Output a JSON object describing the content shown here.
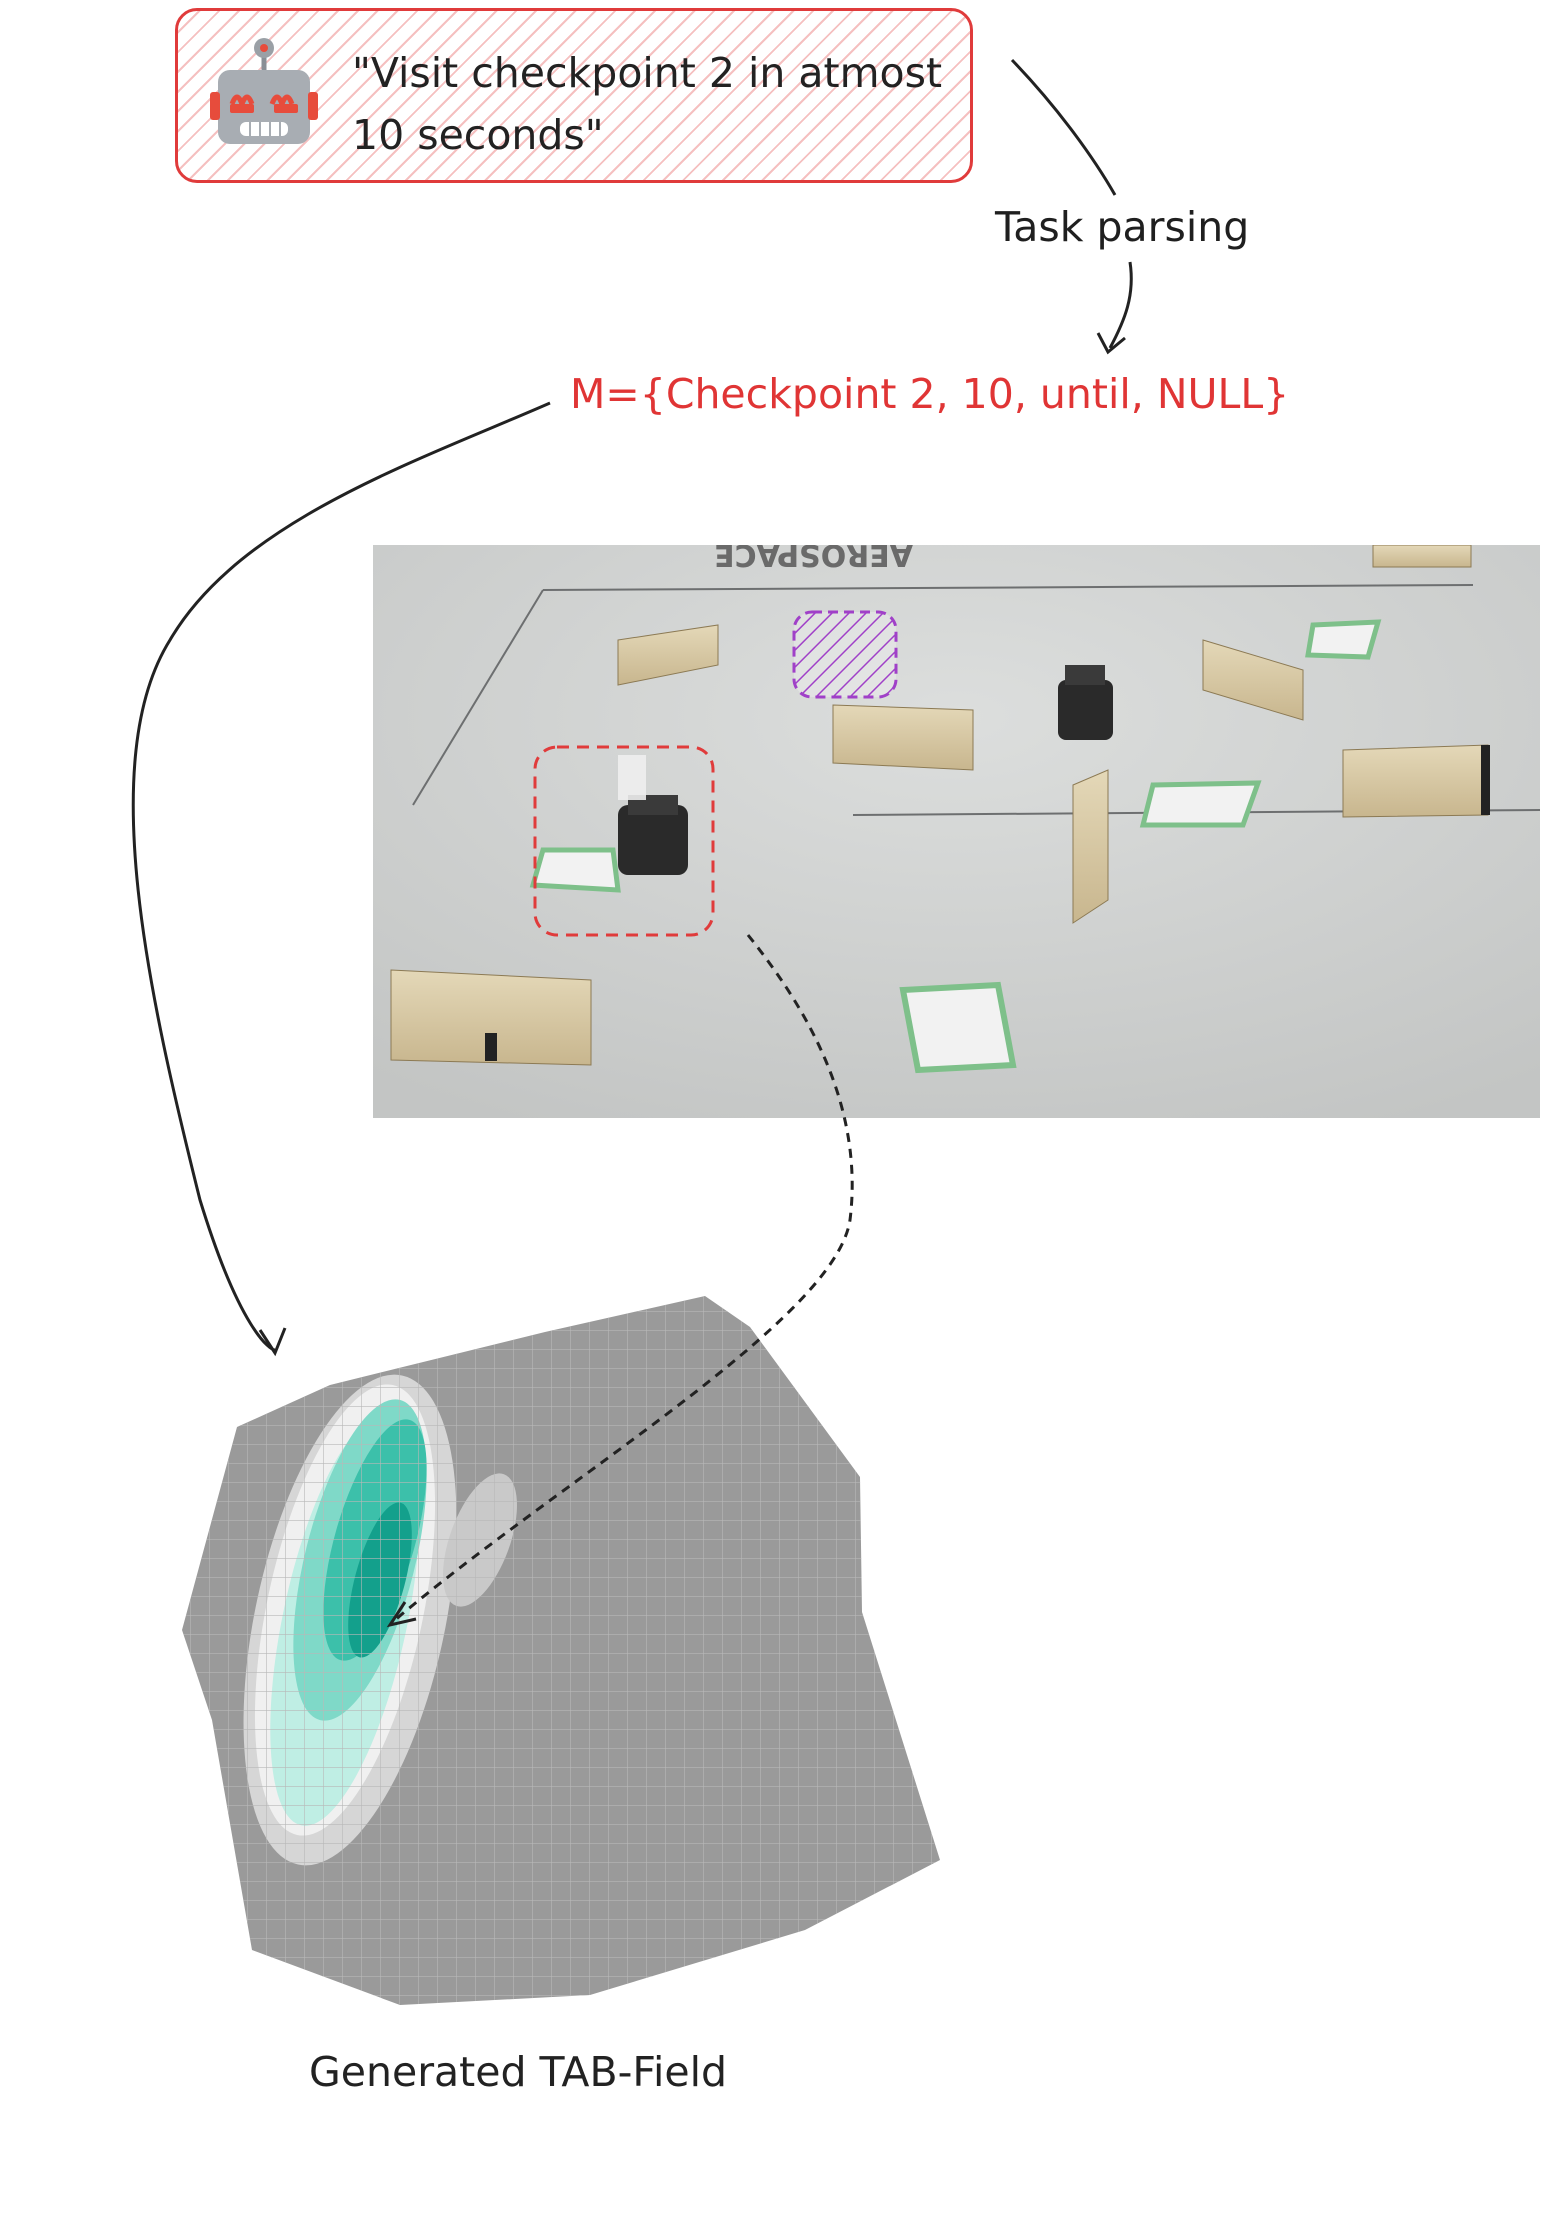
{
  "command": {
    "line1": "\"Visit checkpoint 2 in atmost",
    "line2": "10 seconds\""
  },
  "task_label": "Task parsing",
  "tuple": "M={Checkpoint 2, 10, until, NULL}",
  "photo": {
    "overlay_text": "AEROSPACE"
  },
  "caption": "Generated TAB-Field",
  "colors": {
    "accent_red": "#e03b3b",
    "purple_box": "#a040c8",
    "field_gray": "#9a9a9a",
    "field_teal": "#13a08c"
  },
  "icons": [
    "robot-icon"
  ]
}
